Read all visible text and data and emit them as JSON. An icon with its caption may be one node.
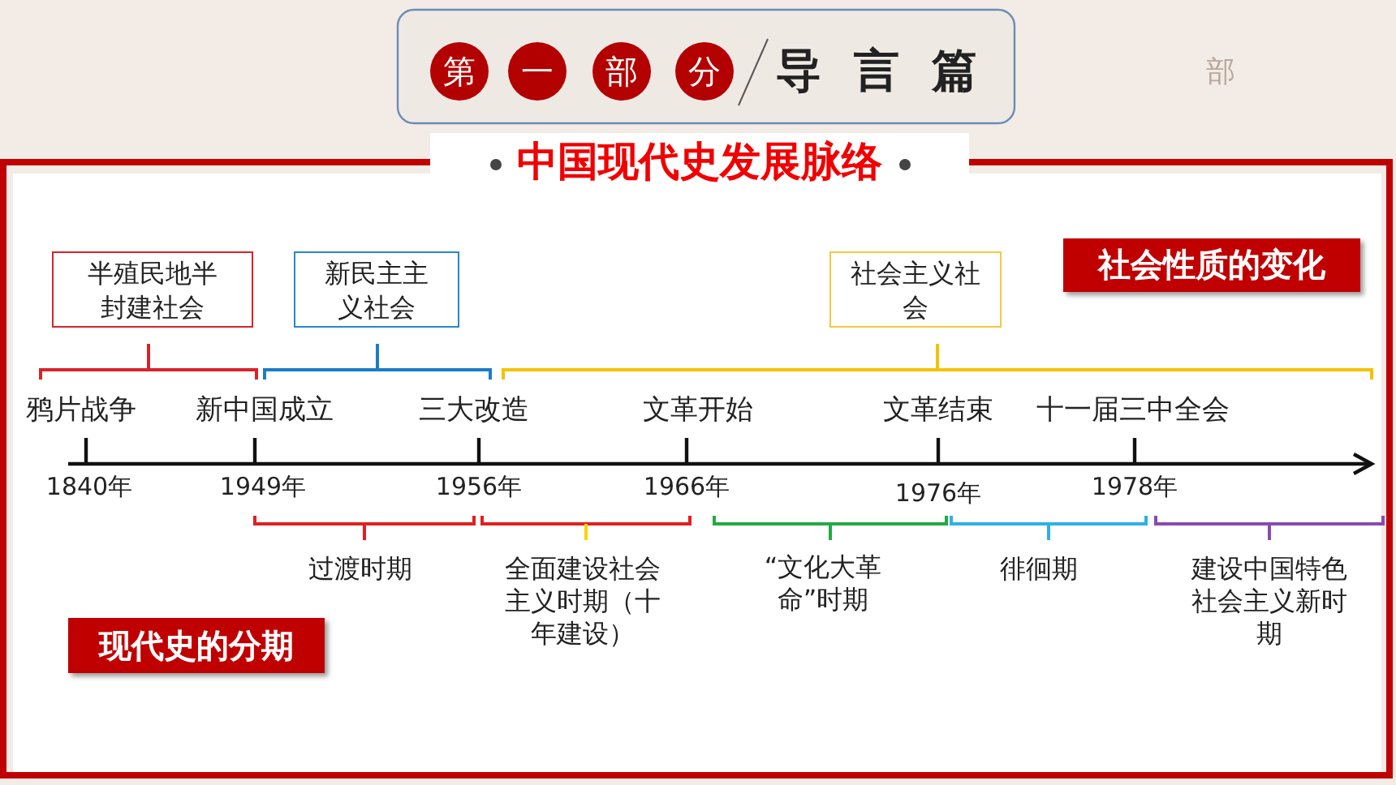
{
  "diagram": {
    "title": "中国现代史发展脉络",
    "nodes": [
      {
        "text": [
          "半殖民地半封建社会"
        ]
      },
      {
        "text": [
          "新民主主义社会"
        ]
      },
      {
        "text": [
          "社会主义社会"
        ]
      },
      {
        "text": [
          "社会性质的变化"
        ]
      },
      {
        "text": [
          "现代史的分期"
        ]
      }
    ],
    "edges": [],
    "labels": [
      "第",
      "一",
      "部",
      "分",
      "导言篇",
      "部",
      "鸦片战争",
      "新中国成立",
      "三大改造",
      "文革开始",
      "文革结束",
      "十一届三中全会",
      "1840年",
      "1949年",
      "1956年",
      "1966年",
      "1976年",
      "1978年",
      "过渡时期",
      "全面建设社会主义时期（十年建设）",
      "“文化大革命”时期",
      "徘徊期",
      "建设中国特色社会主义新时期"
    ]
  }
}
